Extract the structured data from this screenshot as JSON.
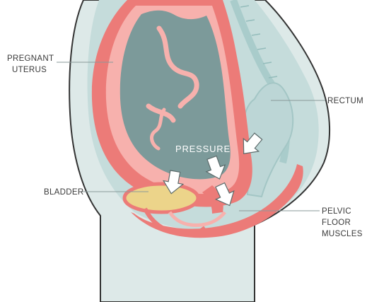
{
  "labels": {
    "pregnant_uterus": [
      "PREGNANT",
      "UTERUS"
    ],
    "rectum": "RECTUM",
    "pressure": "PRESSURE",
    "bladder": "BLADDER",
    "pelvic_floor": [
      "PELVIC",
      "FLOOR",
      "MUSCLES"
    ]
  },
  "colors": {
    "skin": "#dde9e8",
    "body_outline": "#333333",
    "abdomen_cavity": "#c5dcdb",
    "uterus_wall": "#ec7b78",
    "uterus_inner": "#f7b1ad",
    "fetus": "#7c9a9a",
    "bladder": "#ecd48a",
    "rectum": "#bcd6d6",
    "pelvic_floor": "#ec7b78",
    "arrow_fill": "#ffffff"
  }
}
